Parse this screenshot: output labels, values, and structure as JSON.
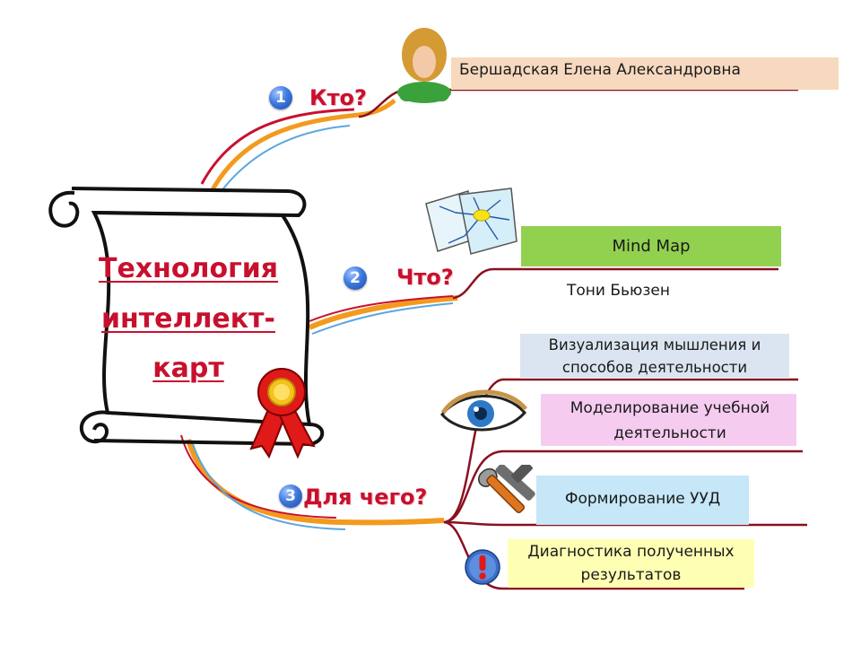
{
  "center": {
    "title_lines": [
      "Технология",
      "интеллект-",
      "карт"
    ]
  },
  "branches": [
    {
      "number": "1",
      "question": "Кто?",
      "items": [
        "Бершадская Елена Александровна"
      ]
    },
    {
      "number": "2",
      "question": "Что?",
      "items": [
        "Mind Map",
        "Тони Бьюзен"
      ]
    },
    {
      "number": "3",
      "question": "Для чего?",
      "items": [
        "Визуализация мышления и способов деятельности",
        "Моделирование учебной деятельности",
        "Формирование УУД",
        "Диагностика полученных результатов"
      ]
    }
  ],
  "icons": [
    "person-icon",
    "mind-map-sketch-icon",
    "eye-icon",
    "tools-icon",
    "exclamation-icon",
    "award-ribbon-icon"
  ],
  "colors": {
    "question_red": "#c8102e",
    "branch_dark": "#8a1020",
    "branch_orange": "#f39a1e",
    "branch_blue": "#5aa6e0",
    "who_box": "#f7d9bf",
    "mindmap_box": "#92d050",
    "visual_box": "#dbe5f1",
    "modeling_box": "#f5ccf0",
    "uud_box": "#c5e7f7",
    "diag_box": "#ffffb3"
  }
}
